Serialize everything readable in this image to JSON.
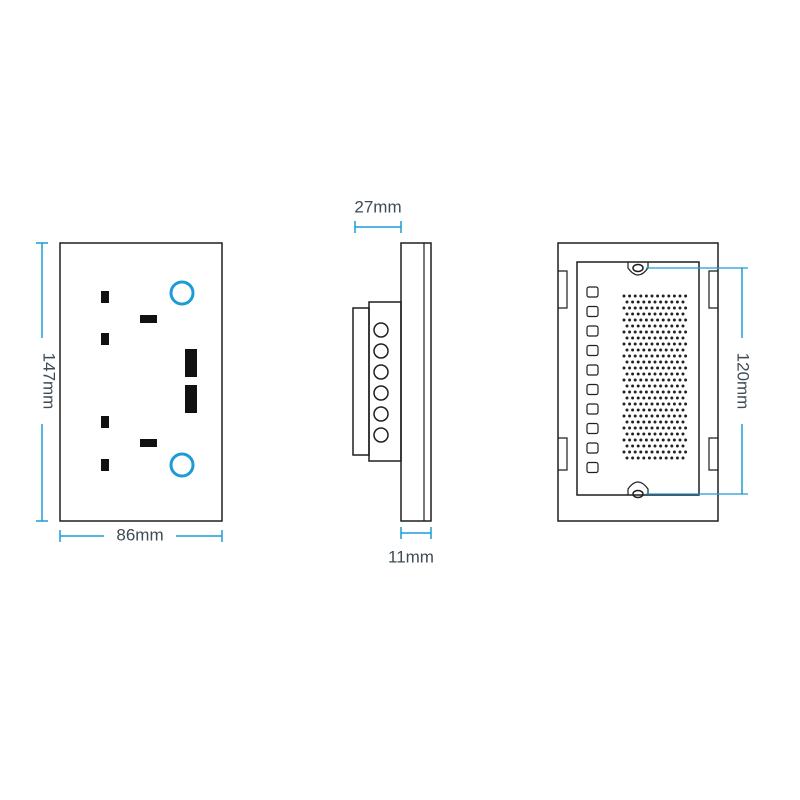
{
  "colors": {
    "accent": "#1d9bd7",
    "line": "#1f1f1f",
    "text": "#3d4b55"
  },
  "dimensions": {
    "front_height": "147mm",
    "front_width": "86mm",
    "side_depth": "27mm",
    "plate_thickness": "11mm",
    "back_hole_spacing": "120mm"
  },
  "icons": {
    "usb_port": "usb-port-icon",
    "pin_slot": "pin-slot-icon",
    "led_ring": "led-ring-icon",
    "screw_terminal": "screw-terminal-icon",
    "mounting_hole": "mounting-hole-icon"
  }
}
